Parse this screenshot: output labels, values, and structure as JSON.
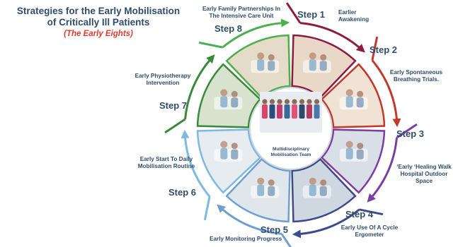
{
  "title": {
    "line1": "Strategies for the Early Mobilisation",
    "line2": "of Critically Ill Patients",
    "subtitle": "(The Early Eights)"
  },
  "center": {
    "label": "Multidisciplinary Mobilisation Team"
  },
  "steps": [
    {
      "step": "Step 1",
      "label": "Earlier Awakening",
      "color": "#8b1e3f"
    },
    {
      "step": "Step 2",
      "label": "Early Spontaneous Breathing Trials.",
      "color": "#c0392b"
    },
    {
      "step": "Step 3",
      "label": "‘Early ‘Healing Walk Hospital Outdoor Space",
      "color": "#7b3fa0"
    },
    {
      "step": "Step 4",
      "label": "Early Use Of A Cycle Ergometer",
      "color": "#3f4a8a"
    },
    {
      "step": "Step 5",
      "label": "Early Monitoring Progress",
      "color": "#6f9fd0"
    },
    {
      "step": "Step 6",
      "label": "Early Start To Daily Mobilisation Routine",
      "color": "#7fb8e0"
    },
    {
      "step": "Step 7",
      "label": "Early Physiotherapy Intervention",
      "color": "#3a8a3a"
    },
    {
      "step": "Step 8",
      "label": "Early Family Partnerships In The Intensive Care Unit",
      "color": "#4caf50"
    }
  ]
}
